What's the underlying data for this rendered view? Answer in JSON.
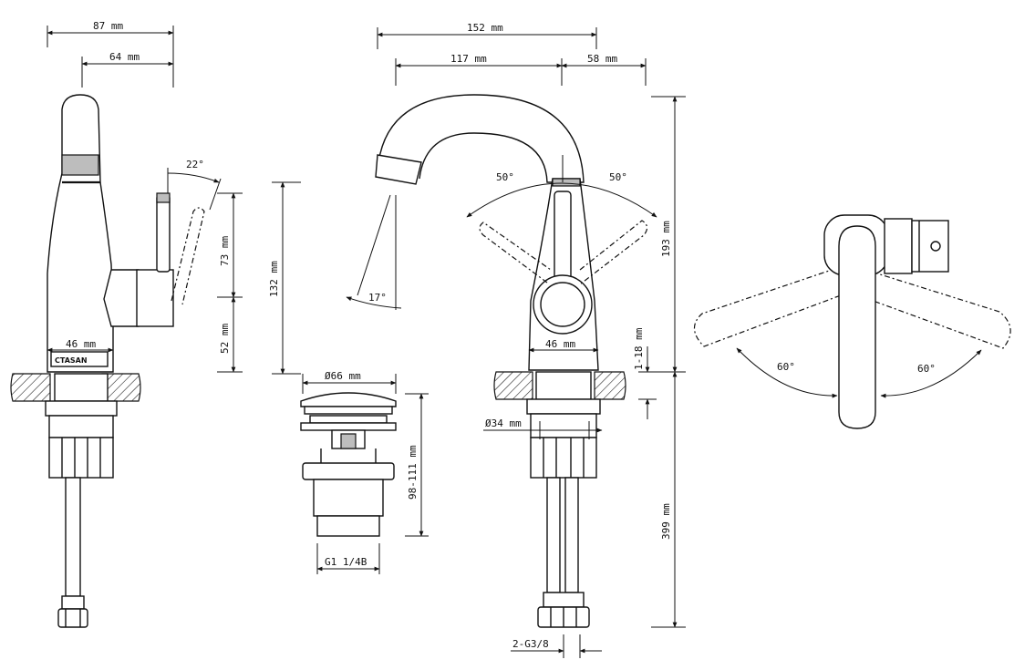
{
  "brand": "CTASAN",
  "dimensions": {
    "d87": "87 mm",
    "d64": "64 mm",
    "a22": "22°",
    "d73": "73 mm",
    "d52": "52 mm",
    "d46_left": "46 mm",
    "d132": "132 mm",
    "d66": "Ø66 mm",
    "d98_111": "98-111 mm",
    "g114": "G1 1/4B",
    "d152": "152 mm",
    "d117": "117 mm",
    "d58": "58 mm",
    "a50_left": "50°",
    "a50_right": "50°",
    "a17": "17°",
    "d193": "193 mm",
    "d1_18": "1-18 mm",
    "d46_right": "46 mm",
    "d34": "Ø34 mm",
    "d399": "399 mm",
    "g38": "2-G3/8",
    "a60_left": "60°",
    "a60_right": "60°"
  }
}
